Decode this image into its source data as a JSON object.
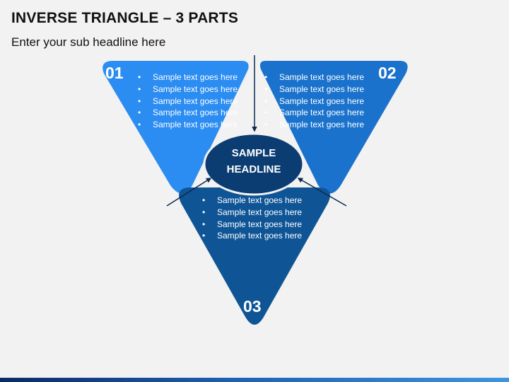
{
  "title": "INVERSE TRIANGLE – 3 PARTS",
  "subtitle": "Enter your sub headline here",
  "center": {
    "line1": "SAMPLE",
    "line2": "HEADLINE"
  },
  "parts": [
    {
      "number": "01",
      "color": "#2b8cf2",
      "items": [
        "Sample text goes here",
        "Sample text goes here",
        "Sample text goes here",
        "Sample text goes here",
        "Sample text goes here"
      ]
    },
    {
      "number": "02",
      "color": "#1a72cd",
      "items": [
        "Sample text goes here",
        "Sample text goes here",
        "Sample text goes here",
        "Sample text goes here",
        "Sample text goes here"
      ]
    },
    {
      "number": "03",
      "color": "#0f5596",
      "items": [
        "Sample text goes here",
        "Sample text goes here",
        "Sample text goes here",
        "Sample text goes here"
      ]
    }
  ],
  "colors": {
    "center_ellipse": "#0b3d72",
    "arrow": "#0c2a52",
    "bottom_bar_start": "#0a2a66",
    "bottom_bar_end": "#3e95e0"
  }
}
